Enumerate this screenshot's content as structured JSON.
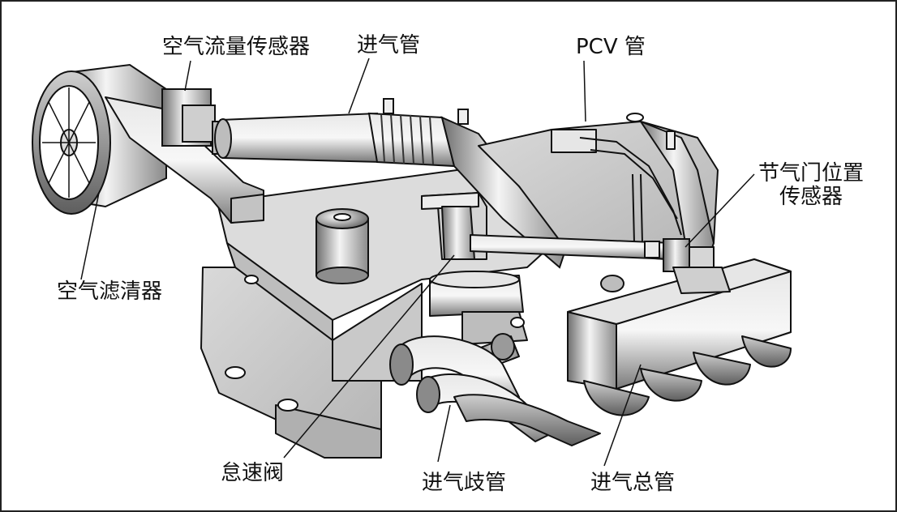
{
  "labels": {
    "air_flow_sensor": "空气流量传感器",
    "intake_pipe": "进气管",
    "pcv_pipe": "PCV 管",
    "throttle_sensor_line1": "节气门位置",
    "throttle_sensor_line2": "传感器",
    "air_cleaner": "空气滤清器",
    "idle_valve": "怠速阀",
    "intake_manifold": "进气歧管",
    "intake_plenum": "进气总管"
  }
}
